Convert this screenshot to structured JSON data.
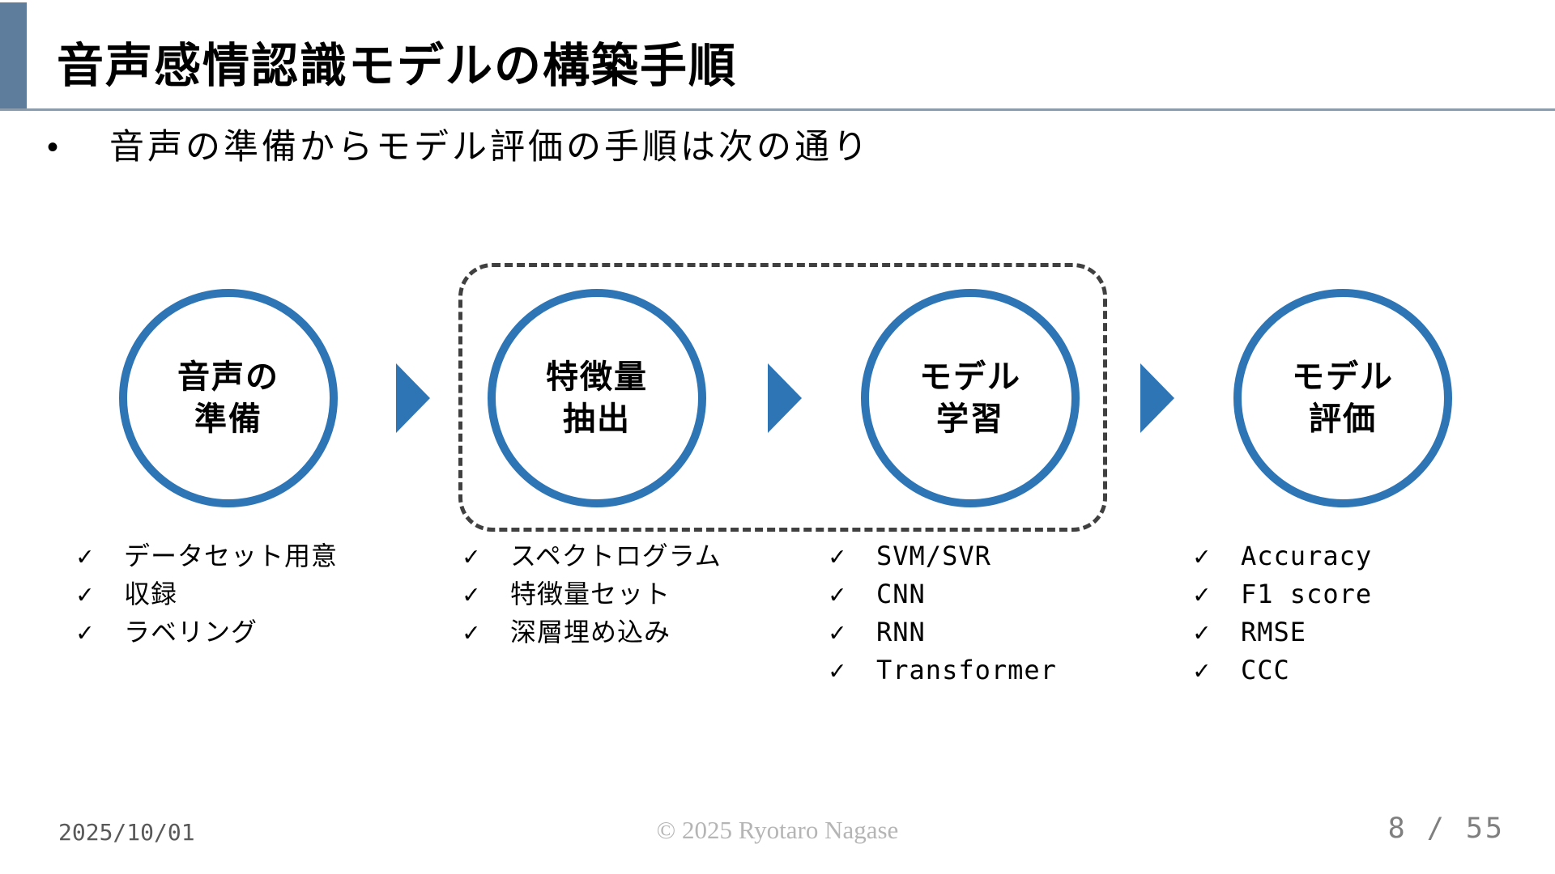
{
  "slide": {
    "title": "音声感情認識モデルの構築手順",
    "bullet_marker": "•",
    "bullet": "音声の準備からモデル評価の手順は次の通り",
    "checkmark": "✓",
    "steps": [
      {
        "label_line1": "音声の",
        "label_line2": "準備",
        "items": [
          "データセット用意",
          "収録",
          "ラベリング"
        ]
      },
      {
        "label_line1": "特徴量",
        "label_line2": "抽出",
        "items": [
          "スペクトログラム",
          "特徴量セット",
          "深層埋め込み"
        ]
      },
      {
        "label_line1": "モデル",
        "label_line2": "学習",
        "items": [
          "SVM/SVR",
          "CNN",
          "RNN",
          "Transformer"
        ]
      },
      {
        "label_line1": "モデル",
        "label_line2": "評価",
        "items": [
          "Accuracy",
          "F1 score",
          "RMSE",
          "CCC"
        ]
      }
    ],
    "footer": {
      "date": "2025/10/01",
      "copyright": "© 2025 Ryotaro Nagase",
      "page": "8 / 55"
    }
  },
  "colors": {
    "accent_blue": "#2E75B6",
    "header_bar_slate": "#5E7D9C",
    "title_divider": "#8C9CAB",
    "dashed_border": "#404040",
    "footer_date_gray": "#595959",
    "copyright_gray": "#B5B5B5",
    "page_number_gray": "#7F7F7F"
  }
}
